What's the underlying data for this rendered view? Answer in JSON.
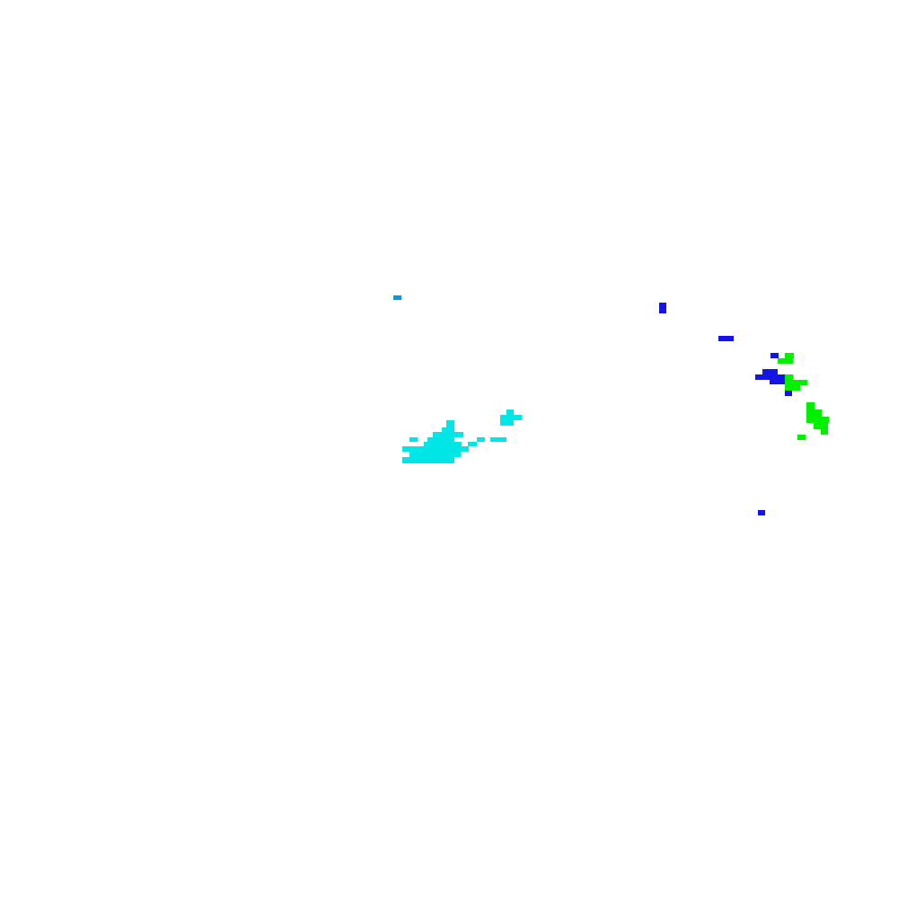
{
  "map": {
    "background": "#ffffff",
    "palette": {
      "cyan": "#00e6e6",
      "sky": "#0099e6",
      "blue": "#1414e6",
      "green": "#00f000"
    },
    "features": [
      {
        "name": "sky-echo-west",
        "color": "sky"
      },
      {
        "name": "cyan-cluster-main",
        "color": "cyan"
      },
      {
        "name": "cyan-cluster-small",
        "color": "cyan"
      },
      {
        "name": "blue-cluster-northeast",
        "color": "blue"
      },
      {
        "name": "green-cluster-east",
        "color": "green"
      },
      {
        "name": "blue-echo-south",
        "color": "blue"
      }
    ]
  }
}
